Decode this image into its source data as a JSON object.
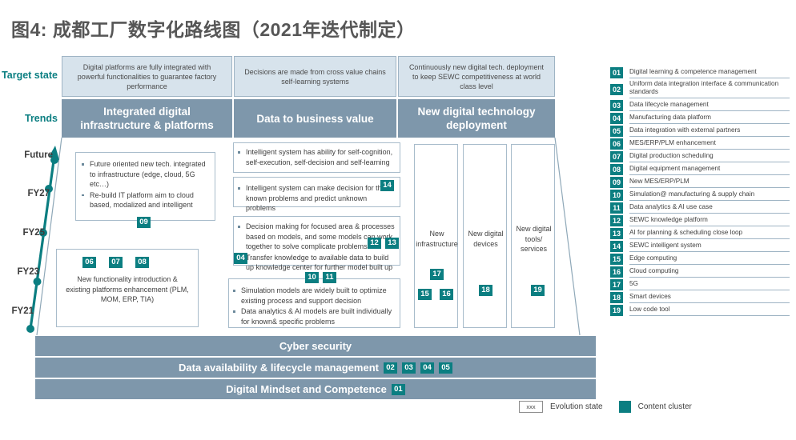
{
  "title": "图4: 成都工厂数字化路线图（2021年迭代制定）",
  "axis": {
    "target_state_label": "Target state",
    "trends_label": "Trends",
    "years": [
      "Future",
      "FY27",
      "FY25",
      "FY23",
      "FY21"
    ]
  },
  "colors": {
    "teal": "#0b7e81",
    "header_light": "#d7e3ec",
    "header_dark": "#7e97ab",
    "border": "#a8bccb",
    "title": "#565656"
  },
  "columns": [
    {
      "target_state": "Digital platforms are fully integrated with powerful functionalities to guarantee factory performance",
      "trend": "Integrated digital infrastructure & platforms"
    },
    {
      "target_state": "Decisions are made from cross value chains self-learning systems",
      "trend": "Data to business value"
    },
    {
      "target_state": "Continuously new digital tech. deployment to keep SEWC competitiveness at world class level",
      "trend": "New digital technology deployment"
    }
  ],
  "col1": {
    "box_future": {
      "bullets": [
        "Future oriented new tech. integrated to infrastructure (edge, cloud, 5G etc…)",
        "Re-build IT platform aim to cloud based, modalized and intelligent"
      ],
      "badges": [
        "09"
      ]
    },
    "box_near": {
      "badges": [
        "06",
        "07",
        "08"
      ],
      "text": "New functionality introduction & existing platforms enhancement (PLM, MOM, ERP, TIA)"
    }
  },
  "col2": {
    "box1": {
      "bullets": [
        "Intelligent system has ability for self-cognition, self-execution, self-decision and self-learning"
      ],
      "badges": []
    },
    "box2": {
      "bullets": [
        "Intelligent system can make decision for the known problems and predict unknown problems"
      ],
      "badges": [
        "14"
      ]
    },
    "box3": {
      "bullets": [
        "Decision making for focused area & processes based on models, and some models can work together to solve complicate problems",
        "Transfer knowledge to available data to build up knowledge center for further model built up"
      ],
      "badges": [
        "12",
        "13",
        "04"
      ]
    },
    "box4": {
      "bullets": [
        "Simulation models are widely built to optimize existing process and support decision",
        "Data analytics & AI models are built individually for known& specific problems"
      ],
      "badges": [
        "10",
        "11"
      ]
    }
  },
  "col3": {
    "boxes": [
      {
        "label": "New infrastructure",
        "badges": [
          "17",
          "15",
          "16"
        ]
      },
      {
        "label": "New digital devices",
        "badges": [
          "18"
        ]
      },
      {
        "label": "New digital tools/ services",
        "badges": [
          "19"
        ]
      }
    ]
  },
  "bottom_bars": [
    {
      "label": "Cyber security",
      "badges": []
    },
    {
      "label": "Data availability & lifecycle management",
      "badges": [
        "02",
        "03",
        "04",
        "05"
      ]
    },
    {
      "label": "Digital Mindset and Competence",
      "badges": [
        "01"
      ]
    }
  ],
  "legend_items": [
    {
      "num": "01",
      "text": "Digital learning & competence management"
    },
    {
      "num": "02",
      "text": "Uniform data integration interface & communication standards"
    },
    {
      "num": "03",
      "text": "Data lifecycle management"
    },
    {
      "num": "04",
      "text": "Manufacturing data platform"
    },
    {
      "num": "05",
      "text": "Data integration with external partners"
    },
    {
      "num": "06",
      "text": "MES/ERP/PLM enhancement"
    },
    {
      "num": "07",
      "text": "Digital production scheduling"
    },
    {
      "num": "08",
      "text": "Digital equipment management"
    },
    {
      "num": "09",
      "text": "New MES/ERP/PLM"
    },
    {
      "num": "10",
      "text": "Simulation@ manufacturing & supply chain"
    },
    {
      "num": "11",
      "text": "Data analytics & AI use case"
    },
    {
      "num": "12",
      "text": "SEWC knowledge platform"
    },
    {
      "num": "13",
      "text": "AI for planning & scheduling close loop"
    },
    {
      "num": "14",
      "text": "SEWC intelligent system"
    },
    {
      "num": "15",
      "text": "Edge computing"
    },
    {
      "num": "16",
      "text": "Cloud computing"
    },
    {
      "num": "17",
      "text": "5G"
    },
    {
      "num": "18",
      "text": "Smart devices"
    },
    {
      "num": "19",
      "text": "Low code tool"
    }
  ],
  "footer_legend": {
    "chip_label": "xxx",
    "chip_text": "Evolution state",
    "square_text": "Content cluster"
  }
}
